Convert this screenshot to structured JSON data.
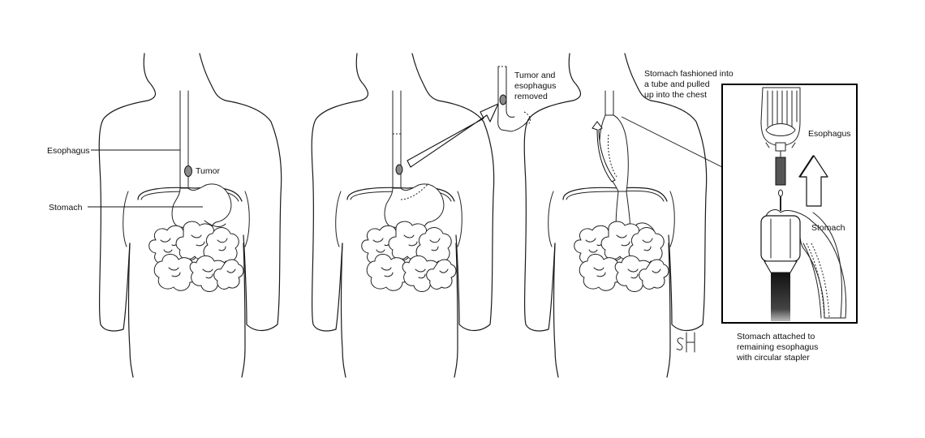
{
  "panel1": {
    "esophagus_label": "Esophagus",
    "tumor_label": "Tumor",
    "stomach_label": "Stomach"
  },
  "panel2": {
    "removed_label": [
      "Tumor and",
      "esophagus",
      "removed"
    ]
  },
  "panel3": {
    "tube_label": [
      "Stomach fashioned into",
      "a tube and pulled",
      "up into the chest"
    ]
  },
  "inset": {
    "esophagus_label": "Esophagus",
    "stomach_label": "Stomach",
    "caption": [
      "Stomach attached to",
      "remaining esophagus",
      "with circular stapler"
    ]
  },
  "signature": "SH",
  "colors": {
    "line": "#1a1a1a",
    "tumor": "#8a8a8a",
    "stapler_handle": "#1e1e1e"
  }
}
